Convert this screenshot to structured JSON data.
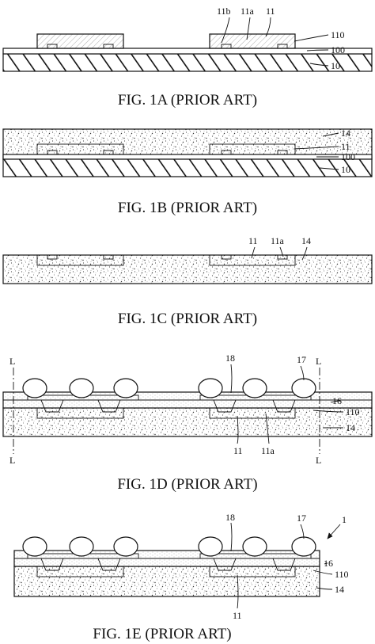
{
  "figures": {
    "fig1a": {
      "caption": "FIG. 1A  (PRIOR ART)",
      "labels": {
        "l11b": "11b",
        "l11a": "11a",
        "l11": "11",
        "l110": "110",
        "l100": "100",
        "l10": "10"
      }
    },
    "fig1b": {
      "caption": "FIG. 1B  (PRIOR ART)",
      "labels": {
        "l14": "14",
        "l11": "11",
        "l100": "100",
        "l10": "10"
      }
    },
    "fig1c": {
      "caption": "FIG. 1C  (PRIOR ART)",
      "labels": {
        "l11": "11",
        "l11a": "11a",
        "l14": "14"
      }
    },
    "fig1d": {
      "caption": "FIG. 1D  (PRIOR ART)",
      "labels": {
        "l18": "18",
        "l17": "17",
        "lL1": "L",
        "lL2": "L",
        "lL3": "L",
        "lL4": "L",
        "l16": "16",
        "l110": "110",
        "l14": "14",
        "l11": "11",
        "l11a": "11a"
      }
    },
    "fig1e": {
      "caption": "FIG. 1E  (PRIOR ART)",
      "labels": {
        "l1": "1",
        "l18": "18",
        "l17": "17",
        "l16": "16",
        "l110": "110",
        "l14": "14",
        "l11": "11"
      }
    }
  },
  "colors": {
    "ink": "#111111",
    "paper": "#ffffff",
    "stipple": "#bdbdbd",
    "chip_hatch": "#c9c9c9"
  }
}
